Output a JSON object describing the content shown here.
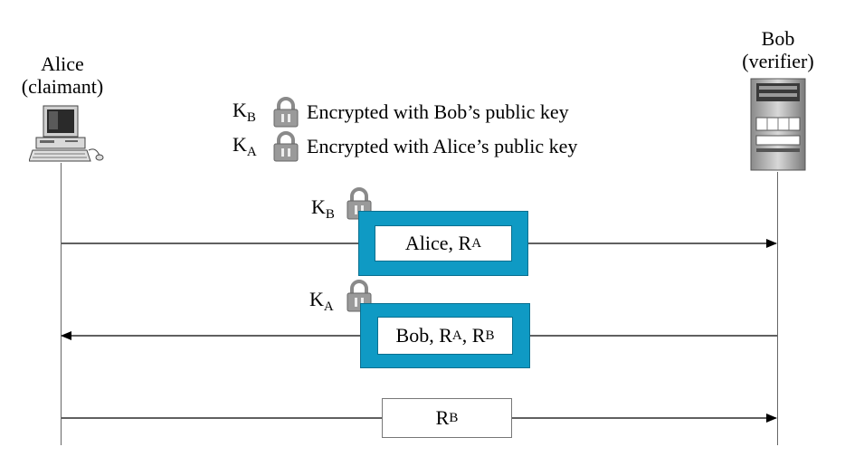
{
  "alice": {
    "name": "Alice",
    "role": "(claimant)"
  },
  "bob": {
    "name": "Bob",
    "role": "(verifier)"
  },
  "legend": [
    {
      "key": "K",
      "sub": "B",
      "text": "Encrypted with Bob’s public key"
    },
    {
      "key": "K",
      "sub": "A",
      "text": "Encrypted with Alice’s public key"
    }
  ],
  "messages": [
    {
      "key": "K",
      "key_sub": "B",
      "text": "Alice, R",
      "text_sub": "A",
      "direction": "alice-to-bob",
      "encrypted": true
    },
    {
      "key": "K",
      "key_sub": "A",
      "text1": "Bob, R",
      "sub1": "A",
      "text2": ", R",
      "sub2": "B",
      "direction": "bob-to-alice",
      "encrypted": true
    },
    {
      "text": "R",
      "text_sub": "B",
      "direction": "alice-to-bob",
      "encrypted": false
    }
  ],
  "colors": {
    "cipher_box": "#0f9ac4",
    "line": "#000000",
    "lock": "#9a9a9a"
  },
  "icons": [
    "desktop-computer-icon",
    "server-icon",
    "padlock-icon"
  ]
}
